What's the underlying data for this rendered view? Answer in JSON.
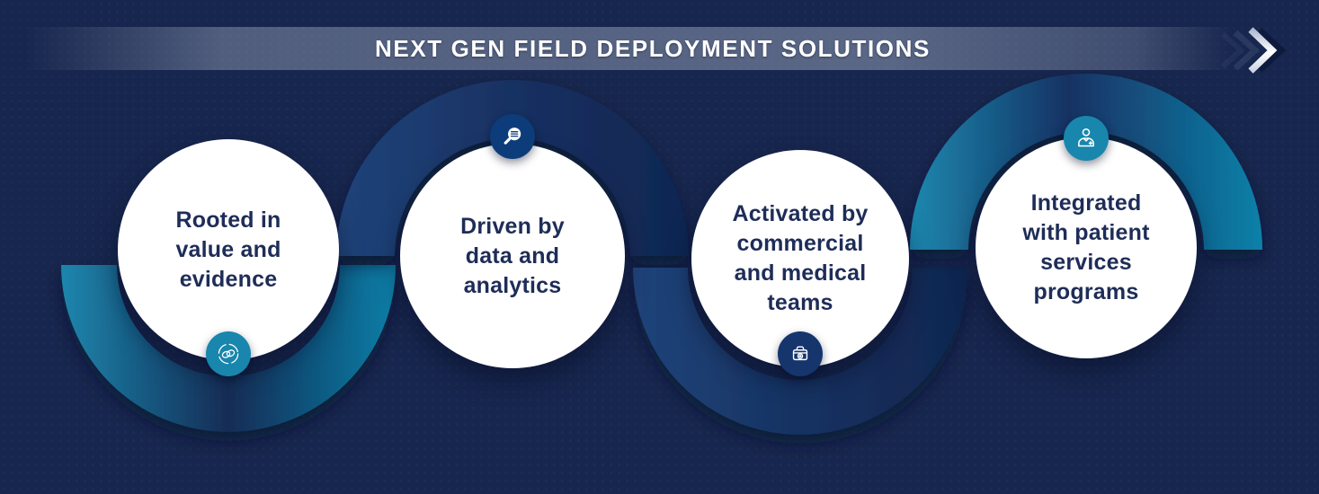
{
  "banner": {
    "title": "NEXT GEN FIELD DEPLOYMENT SOLUTIONS"
  },
  "colors": {
    "background": "#17264e",
    "banner_strip": "#5c6b8d",
    "teal_accent": "#1886ad",
    "badge_blue": "#0d3c7a",
    "badge_navy": "#16356d",
    "arc_blue": "#1f4378",
    "text_navy": "#1e2d58",
    "circle_fill": "#ffffff"
  },
  "steps": [
    {
      "label": "Rooted in\nvalue and\nevidence",
      "icon": "value-evidence-icon",
      "badge_color": "#1886ad",
      "badge_position": "bottom",
      "arc_position": "bottom",
      "arc_style": "teal"
    },
    {
      "label": "Driven by\ndata and\nanalytics",
      "icon": "data-analytics-magnifier-icon",
      "badge_color": "#0d3c7a",
      "badge_position": "top",
      "arc_position": "top",
      "arc_style": "dark-blue"
    },
    {
      "label": "Activated by\ncommercial\nand medical\nteams",
      "icon": "medical-kit-icon",
      "badge_color": "#16356d",
      "badge_position": "bottom",
      "arc_position": "bottom",
      "arc_style": "dark-blue"
    },
    {
      "label": "Integrated\nwith patient\nservices\nprograms",
      "icon": "patient-person-icon",
      "badge_color": "#1886ad",
      "badge_position": "top",
      "arc_position": "top",
      "arc_style": "teal"
    }
  ]
}
